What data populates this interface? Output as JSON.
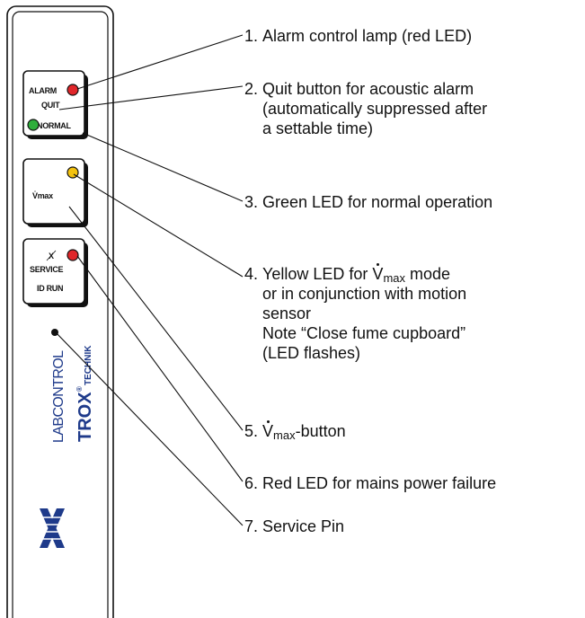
{
  "panel": {
    "button1": {
      "line1": "ALARM",
      "line2": "QUIT",
      "line3": "NORMAL"
    },
    "button2": {
      "label": "V̇max"
    },
    "button3": {
      "line1": "X",
      "line2": "SERVICE",
      "line3": "ID RUN"
    },
    "brand_left": "LABCONTROL",
    "brand_right": "TROX",
    "brand_right_reg": "®",
    "brand_right_sub": "TECHNIK"
  },
  "colors": {
    "led_red": "#e0262a",
    "led_green": "#2fae3c",
    "led_yellow": "#f3c20f",
    "brand_blue": "#1e3a8a"
  },
  "annotations": [
    {
      "num": "1.",
      "lines": [
        "Alarm control lamp (red LED)"
      ]
    },
    {
      "num": "2.",
      "lines": [
        "Quit button for acoustic alarm",
        "(automatically suppressed after",
        "a settable time)"
      ]
    },
    {
      "num": "3.",
      "lines": [
        "Green LED for normal operation"
      ]
    },
    {
      "num": "4.",
      "lines": [
        "Yellow LED for",
        "mode",
        "or in conjunction with motion",
        "sensor",
        "Note “Close fume cupboard”",
        "(LED flashes)"
      ]
    },
    {
      "num": "5.",
      "lines": [
        "-button"
      ]
    },
    {
      "num": "6.",
      "lines": [
        "Red LED for mains power failure"
      ]
    },
    {
      "num": "7.",
      "lines": [
        "Service Pin"
      ]
    }
  ],
  "vmax": {
    "letter": "V",
    "sub": "max"
  }
}
